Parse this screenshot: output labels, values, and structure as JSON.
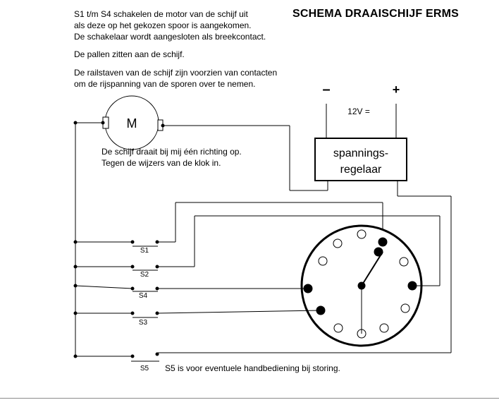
{
  "title": "SCHEMA DRAAISCHIJF ERMS",
  "notes": [
    "S1 t/m S4 schakelen de motor van de schijf uit",
    "als deze op het gekozen spoor is aangekomen.",
    "De schakelaar wordt aangesloten als breekcontact.",
    "De pallen zitten aan de schijf.",
    "De railstaven van de schijf zijn voorzien van contacten",
    "om de rijspanning van de sporen over te nemen."
  ],
  "motor": {
    "label": "M"
  },
  "rotation_note": [
    "De schijf draait bij mij één richting op.",
    "Tegen de wijzers van de klok in."
  ],
  "power": {
    "minus": "–",
    "plus": "+",
    "voltage": "12V ="
  },
  "regulator": {
    "line1": "spannings-",
    "line2": "regelaar"
  },
  "switches": {
    "s1": "S1",
    "s2": "S2",
    "s4": "S4",
    "s3": "S3",
    "s5": "S5"
  },
  "s5_note": "S5 is voor eventuele handbediening bij storing.",
  "colors": {
    "ink": "#000000",
    "rule": "#8a8a8a",
    "background": "#ffffff"
  }
}
